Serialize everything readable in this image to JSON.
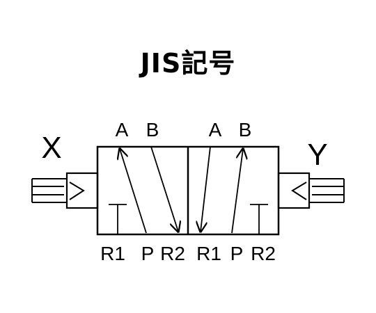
{
  "title": "JIS記号",
  "pilot_labels": {
    "left": "X",
    "right": "Y"
  },
  "left_box": {
    "port_a": "A",
    "port_b": "B",
    "bottom_r1": "R1",
    "bottom_p": "P",
    "bottom_r2_partial": "R2"
  },
  "right_box": {
    "port_a": "A",
    "port_b": "B",
    "bottom_r1": "R1",
    "bottom_p": "P",
    "bottom_r2": "R2"
  },
  "colors": {
    "stroke": "#000000",
    "background": "#ffffff"
  }
}
